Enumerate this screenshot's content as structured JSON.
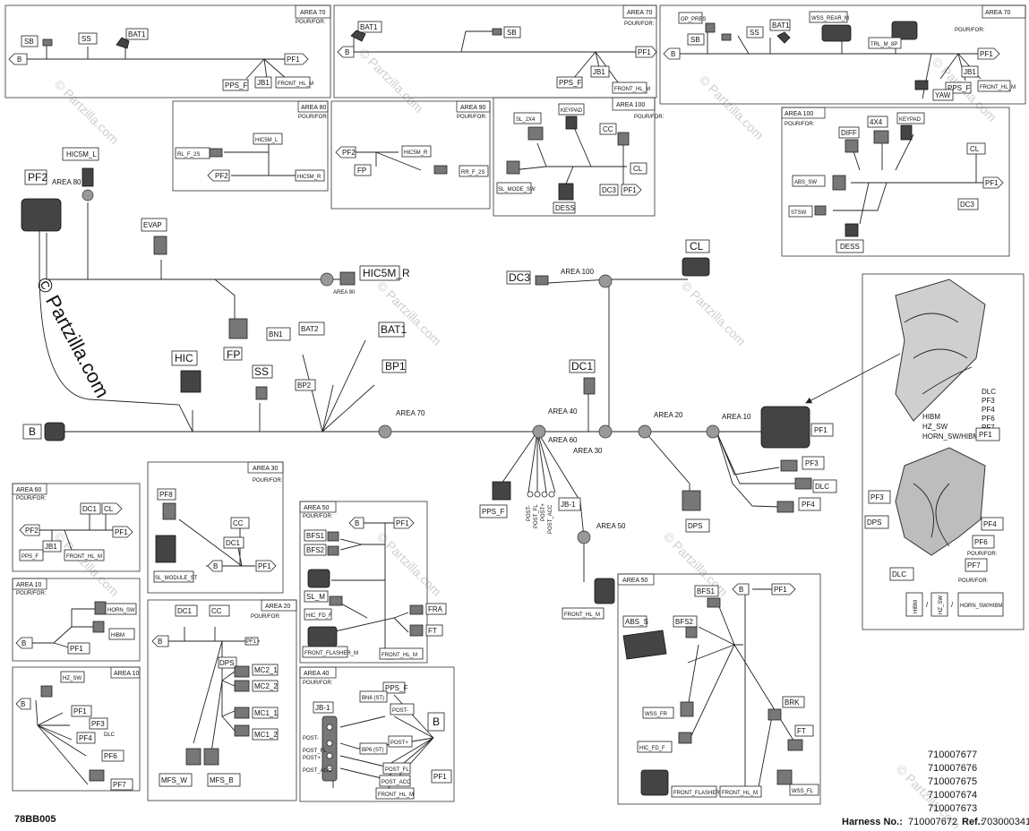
{
  "figure_id": "78BB005",
  "harness": {
    "label": "Harness No.:",
    "numbers": [
      "710007677",
      "710007676",
      "710007675",
      "710007674",
      "710007673",
      "710007672"
    ],
    "ref_label": "Ref.:",
    "ref": "703000341"
  },
  "watermark": "© Partzilla.com",
  "areas": {
    "a70": "AREA 70",
    "a80": "AREA 80",
    "a90": "AREA 90",
    "a100": "AREA 100",
    "a60": "AREA 60",
    "a50": "AREA 50",
    "a40": "AREA 40",
    "a30": "AREA 30",
    "a20": "AREA 20",
    "a10": "AREA 10"
  },
  "fine_print": "POUR/FOR:",
  "labels": {
    "B": "B",
    "SB": "SB",
    "SS": "SS",
    "BAT1": "BAT1",
    "BAT2": "BAT2",
    "BN1": "BN1",
    "BP1": "BP1",
    "BP2": "BP2",
    "PF1": "PF1",
    "PF2": "PF2",
    "PF3": "PF3",
    "PF4": "PF4",
    "PF6": "PF6",
    "PF7": "PF7",
    "PF8": "PF8",
    "PPS_F": "PPS_F",
    "JB1": "JB1",
    "JB_1": "JB-1",
    "FRONT_HL_M": "FRONT_HL_M",
    "OP_PRES": "OP_PRES",
    "WSS_REAR_M": "WSS_REAR_M",
    "TRL_M_8P": "TRL_M_8P",
    "YAW": "YAW",
    "RL_F_2S": "RL_F_2S",
    "HIC5M_L": "HIC5M_L",
    "HIC5M_R": "HIC5M_R",
    "RR_F_2S": "RR_F_2S",
    "FP": "FP",
    "HIC": "HIC",
    "EVAP": "EVAP",
    "SL_2X4": "SL_2X4",
    "KEYPAD": "KEYPAD",
    "CC": "CC",
    "CL": "CL",
    "SL_MODE_SW": "SL_MODE_SW",
    "DESS": "DESS",
    "DC3": "DC3",
    "DC1": "DC1",
    "4X4": "4X4",
    "DIFF": "DIFF",
    "ABS_SW": "ABS_SW",
    "STSW": "STSW",
    "DPS": "DPS",
    "DLC": "DLC",
    "HIBM": "HIBM",
    "HZ_SW": "HZ_SW",
    "HORN_SW": "HORN_SW",
    "HORN_SW_HIBM": "HORN_SW/HIBM",
    "HZ_SW_SLASH": "HZ_SW",
    "SL_MODULE_ST": "SL_MODULE_ST",
    "MC2_1": "MC2_1",
    "MC2_2": "MC2_2",
    "MC1_1": "MC1_1",
    "MC1_2": "MC1_2",
    "MFS_W": "MFS_W",
    "MFS_B": "MFS_B",
    "BFS1": "BFS1",
    "BFS2": "BFS2",
    "SL_M": "SL_M",
    "HIC_FD_F": "HIC_FD_F",
    "FRA": "FRA",
    "FT": "FT",
    "FRONT_FLASHER_M": "FRONT_FLASHER_M",
    "BN6": "BN6 (ST)",
    "BP6": "BP6 (ST)",
    "POST_MINUS": "POST-",
    "POST_PLUS": "POST+",
    "POST_FL": "POST_FL",
    "POST_ACC": "POST_ACC",
    "FRONT_HL_M2": "FRONT_HL_M",
    "ABS_S": "ABS_S",
    "WSS_FR": "WSS_FR",
    "BRK": "BRK",
    "WSS_FL": "WSS_FL",
    "detail_list": [
      "DLC",
      "PF3",
      "PF4",
      "PF6",
      "PF7"
    ],
    "detail_hibm": "HIBM",
    "detail_hzsw": "HZ_SW",
    "detail_hornhibm": "HORN_SW/HIBM"
  }
}
